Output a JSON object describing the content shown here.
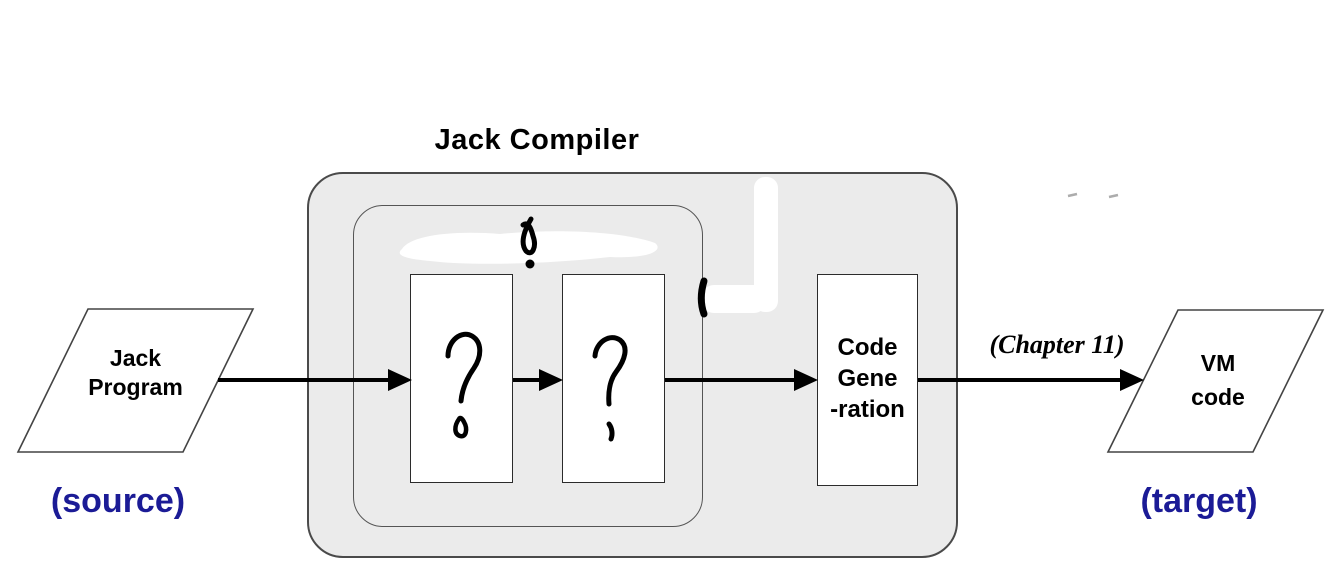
{
  "diagram": {
    "title": "Jack Compiler",
    "source": {
      "label_line1": "Jack",
      "label_line2": "Program",
      "caption": "(source)"
    },
    "target": {
      "label_line1": "VM",
      "label_line2": "code",
      "caption": "(target)"
    },
    "pipeline": {
      "stage1_handwritten_mark": "?",
      "stage2_handwritten_mark": "?",
      "handwritten_exclamation": "!",
      "codegen_line1": "Code",
      "codegen_line2": "Gene",
      "codegen_line3": "-ration"
    },
    "arrow_label": "(Chapter 11)",
    "colors": {
      "caption_blue": "#1b1b96",
      "container_fill": "#ebebeb",
      "container_border": "#4a4a4a",
      "ink": "#000000",
      "white_out": "#ffffff"
    }
  }
}
